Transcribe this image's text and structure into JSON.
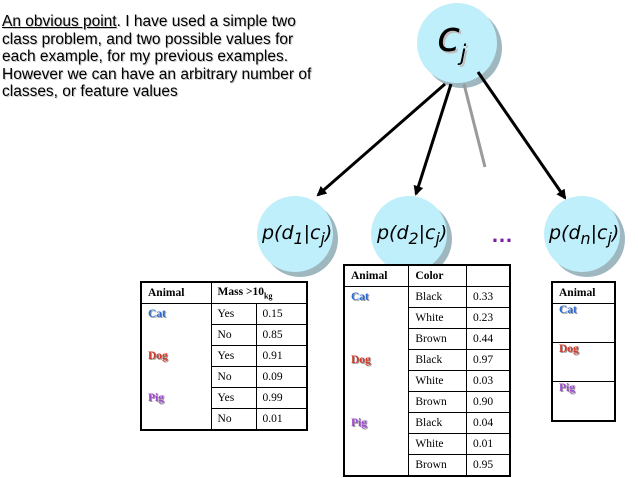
{
  "intro": {
    "underlined": "An obvious point",
    "rest": ". I have used a simple two class problem, and two possible values for each example, for my previous examples. However we can have an arbitrary number of classes, or feature values"
  },
  "root": {
    "label": "c",
    "sub": "j"
  },
  "nodes": [
    {
      "label": "p(d1|cj)",
      "d": "d",
      "dsub": "1"
    },
    {
      "label": "p(d2|cj)",
      "d": "d",
      "dsub": "2"
    },
    {
      "label": "p(dn|cj)",
      "d": "d",
      "dsub": "n"
    }
  ],
  "ellipsis": "…",
  "colors": {
    "node_fill": "#bfeffa",
    "node_shadow": "#9fb8c0",
    "cat": "#2a6bd8",
    "dog": "#d23a2a",
    "pig": "#a04bd0",
    "dots": "#7a1fa0"
  },
  "table_mass": {
    "headers": [
      "Animal",
      "Mass >10",
      "kg"
    ],
    "rows": [
      {
        "animal": "Cat",
        "value": "Yes",
        "p": "0.15"
      },
      {
        "animal": "",
        "value": "No",
        "p": "0.85"
      },
      {
        "animal": "Dog",
        "value": "Yes",
        "p": "0.91"
      },
      {
        "animal": "",
        "value": "No",
        "p": "0.09"
      },
      {
        "animal": "Pig",
        "value": "Yes",
        "p": "0.99"
      },
      {
        "animal": "",
        "value": "No",
        "p": "0.01"
      }
    ]
  },
  "table_color": {
    "headers": [
      "Animal",
      "Color",
      ""
    ],
    "rows": [
      {
        "animal": "Cat",
        "value": "Black",
        "p": "0.33"
      },
      {
        "animal": "",
        "value": "White",
        "p": "0.23"
      },
      {
        "animal": "",
        "value": "Brown",
        "p": "0.44"
      },
      {
        "animal": "Dog",
        "value": "Black",
        "p": "0.97"
      },
      {
        "animal": "",
        "value": "White",
        "p": "0.03"
      },
      {
        "animal": "",
        "value": "Brown",
        "p": "0.90"
      },
      {
        "animal": "Pig",
        "value": "Black",
        "p": "0.04"
      },
      {
        "animal": "",
        "value": "White",
        "p": "0.01"
      },
      {
        "animal": "",
        "value": "Brown",
        "p": "0.95"
      }
    ]
  },
  "table_n": {
    "header": "Animal",
    "animals": [
      "Cat",
      "Dog",
      "Pig"
    ]
  }
}
